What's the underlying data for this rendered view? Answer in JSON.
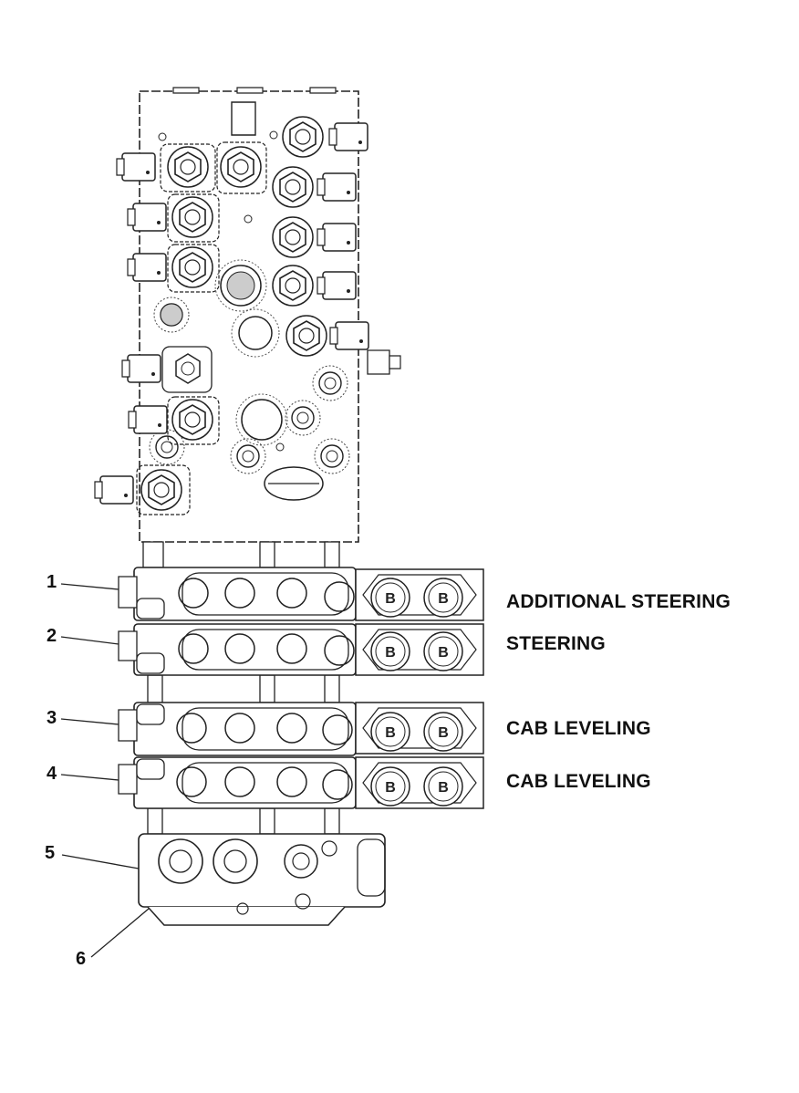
{
  "diagram": {
    "callouts": [
      {
        "id": "1",
        "text": "1"
      },
      {
        "id": "2",
        "text": "2"
      },
      {
        "id": "3",
        "text": "3"
      },
      {
        "id": "4",
        "text": "4"
      },
      {
        "id": "5",
        "text": "5"
      },
      {
        "id": "6",
        "text": "6"
      }
    ],
    "section_labels": [
      "ADDITIONAL STEERING",
      "STEERING",
      "CAB LEVELING",
      "CAB LEVELING"
    ]
  }
}
